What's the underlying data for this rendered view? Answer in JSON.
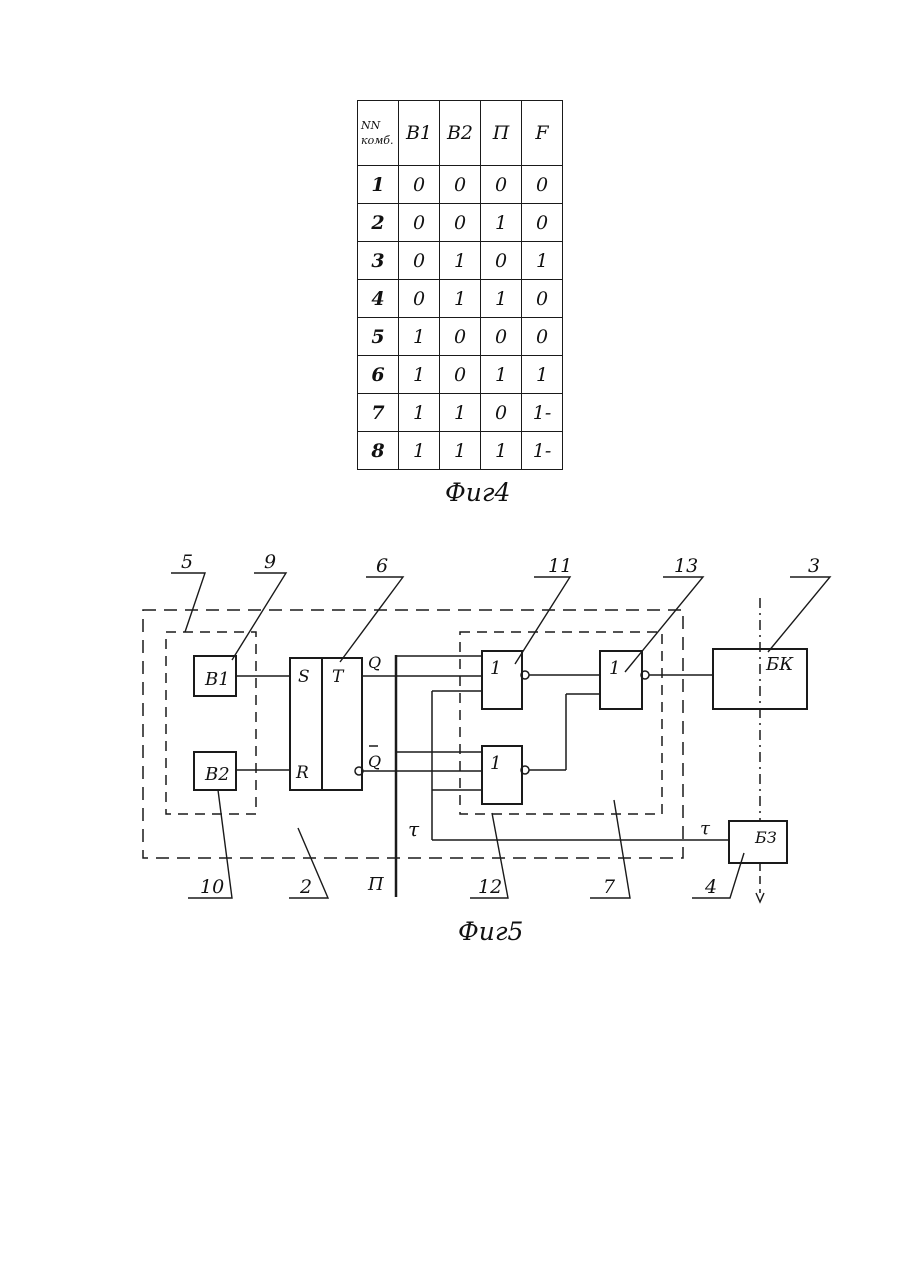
{
  "fig4": {
    "table": {
      "header": [
        "NN комб.",
        "B1",
        "B2",
        "П",
        "F"
      ],
      "rows": [
        [
          "1",
          "0",
          "0",
          "0",
          "0"
        ],
        [
          "2",
          "0",
          "0",
          "1",
          "0"
        ],
        [
          "3",
          "0",
          "1",
          "0",
          "1"
        ],
        [
          "4",
          "0",
          "1",
          "1",
          "0"
        ],
        [
          "5",
          "1",
          "0",
          "0",
          "0"
        ],
        [
          "6",
          "1",
          "0",
          "1",
          "1"
        ],
        [
          "7",
          "1",
          "1",
          "0",
          "1-"
        ],
        [
          "8",
          "1",
          "1",
          "1",
          "1-"
        ]
      ]
    },
    "caption": "Фиг4"
  },
  "fig5": {
    "caption": "Фиг5",
    "blocks": {
      "b1": "B1",
      "b2": "B2",
      "bk": "БК",
      "bz": "БЗ"
    },
    "trigger": {
      "s": "S",
      "r": "R",
      "t": "T",
      "q": "Q",
      "q_bar": "Q"
    },
    "gates": {
      "g11": "1",
      "g12": "1",
      "g13": "1"
    },
    "signals": {
      "p": "П",
      "tau_left": "τ",
      "tau_right": "τ"
    },
    "callouts": {
      "n5": "5",
      "n9": "9",
      "n6": "6",
      "n11": "11",
      "n13": "13",
      "n3": "3",
      "n10": "10",
      "n2": "2",
      "n12": "12",
      "n7": "7",
      "n4": "4"
    }
  }
}
